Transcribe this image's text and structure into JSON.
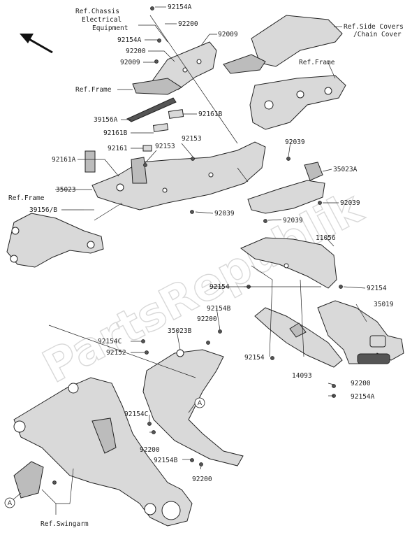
{
  "watermark": "PartsRepublik",
  "references": {
    "chassis_electrical": [
      "Ref.Chassis",
      "Electrical",
      "Equipment"
    ],
    "side_covers": [
      "Ref.Side Covers",
      "/Chain Cover"
    ],
    "frame_top": "Ref.Frame",
    "frame_mid": "Ref.Frame",
    "frame_right": "Ref.Frame",
    "swingarm": "Ref.Swingarm"
  },
  "callouts": {
    "circle_a": "A"
  },
  "parts": {
    "p92154A_top": "92154A",
    "p92200_top": "92200",
    "p92009_top": "92009",
    "p92154A_2": "92154A",
    "p92200_2": "92200",
    "p92009_2": "92009",
    "p39156A": "39156A",
    "p92161B_a": "92161B",
    "p92161B_b": "92161B",
    "p92153_a": "92153",
    "p92161": "92161",
    "p92153_b": "92153",
    "p92161A": "92161A",
    "p35023": "35023",
    "p39156B": "39156/B",
    "p92039_a": "92039",
    "p35023A": "35023A",
    "p92039_b": "92039",
    "p92039_c": "92039",
    "p92039_d": "92039",
    "p11056": "11056",
    "p92154_a": "92154",
    "p92154_b": "92154",
    "p35019": "35019",
    "p92154B_a": "92154B",
    "p92200_a": "92200",
    "p35023B": "35023B",
    "p92154C_a": "92154C",
    "p92152": "92152",
    "p92154_c": "92154",
    "p14093": "14093",
    "p92200_b": "92200",
    "p92154A_b": "92154A",
    "p92154C_b": "92154C",
    "p92200_c": "92200",
    "p92154B_b": "92154B",
    "p92200_d": "92200"
  }
}
